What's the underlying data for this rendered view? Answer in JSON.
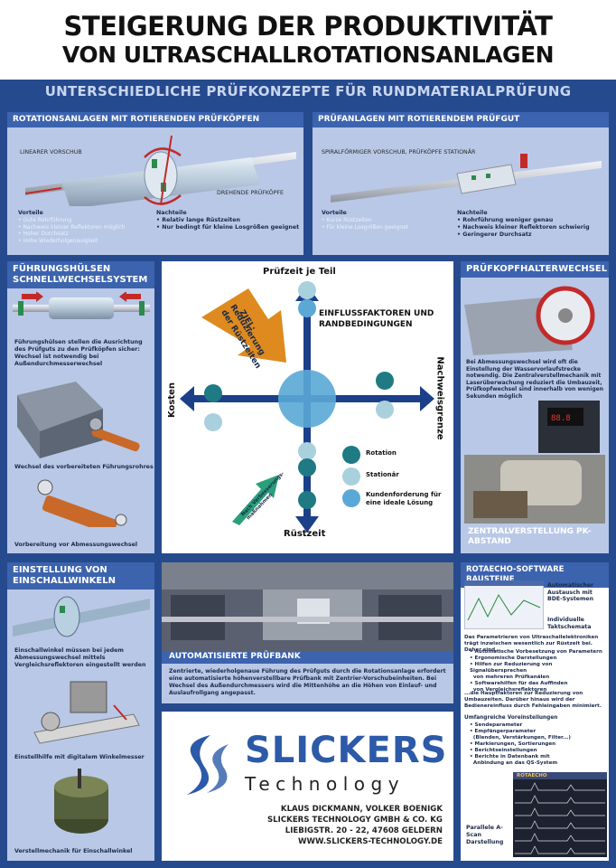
{
  "title": {
    "line1": "STEIGERUNG DER PRODUKTIVITÄT",
    "line2": "VON ULTRASCHALLROTATIONSANLAGEN"
  },
  "subtitle": "UNTERSCHIEDLICHE PRÜFKONZEPTE FÜR RUNDMATERIALPRÜFUNG",
  "panel_rotating_heads": {
    "header": "ROTATIONSANLAGEN MIT ROTIERENDEN PRÜFKÖPFEN",
    "label_feed": "LINEARER VORSCHUB",
    "label_heads": "DREHENDE PRÜFKÖPFE",
    "pros_title": "Vorteile",
    "pros": [
      "• Gute Rohrführung",
      "• Nachweis kleiner Reflektoren möglich",
      "• Hoher Durchsatz",
      "• Hohe Wiederholgenauigkeit"
    ],
    "cons_title": "Nachteile",
    "cons": [
      "• Relativ lange Rüstzeiten",
      "• Nur bedingt für kleine Losgrößen geeignet"
    ]
  },
  "panel_rotating_part": {
    "header": "PRÜFANLAGEN MIT ROTIERENDEM PRÜFGUT",
    "label_feed": "SPIRALFÖRMIGER VORSCHUB, PRÜFKÖPFE STATIONÄR",
    "pros_title": "Vorteile",
    "pros": [
      "• Kurze Rüstzeiten",
      "• Für kleine Losgrößen geeignet"
    ],
    "cons_title": "Nachteile",
    "cons": [
      "• Rohrführung weniger genau",
      "• Nachweis kleiner Reflektoren schwierig",
      "• Geringerer Durchsatz"
    ]
  },
  "panel_sleeves": {
    "header": "FÜHRUNGSHÜLSEN SCHNELLWECHSELSYSTEM",
    "text": "Führungshülsen stellen die Ausrichtung des Prüfguts zu den Prüfköpfen sicher: Wechsel ist notwendig bei Außendurchmesserwechsel",
    "caption1": "Wechsel des vorbereiteten Führungsrohres",
    "caption2": "Vorbereitung vor Abmessungswechsel"
  },
  "center": {
    "axis_top": "Prüfzeit je Teil",
    "axis_bottom": "Rüstzeit",
    "axis_left": "Kosten",
    "axis_right": "Nachweisgrenze",
    "factors": "EINFLUSSFAKTOREN UND RANDBEDINGUNGEN",
    "goal_arrow": "ZIEL: Reduzierung der Rüstzeiten",
    "small_arrow": "Nach Verbesserungs-maßnahmen",
    "legend": [
      "Rotation",
      "Stationär",
      "Kundenforderung für eine ideale Lösung"
    ],
    "colors": {
      "rotation": "#1f7a83",
      "stationary": "#a9d0dd",
      "customer": "#5aa8d6",
      "arrow": "#1c3f8a",
      "goal": "#de8a1e"
    }
  },
  "panel_holder": {
    "header": "PRÜFKOPFHALTERWECHSEL",
    "text": "Bei Abmessungswechsel wird oft die Einstellung der Wasservorlaufstrecke notwendig. Die Zentralverstellmechanik mit Laserüberwachung reduziert die Umbauzeit, Prüfkopfwechsel sind innerhalb von wenigen Sekunden möglich",
    "caption": "ZENTRALVERSTELLUNG PK-ABSTAND"
  },
  "panel_angles": {
    "header": "EINSTELLUNG VON EINSCHALLWINKELN",
    "text": "Einschallwinkel müssen bei jedem Abmessungswechsel mittels Vergleichsreflektoren eingestellt werden",
    "caption1": "Einstellhilfe mit digitalem Winkelmesser",
    "caption2": "Verstellmechanik für Einschallwinkel"
  },
  "panel_bank": {
    "header": "AUTOMATISIERTE PRÜFBANK",
    "text": "Zentrierte, wiederholgenaue Führung des Prüfguts durch die Rotationsanlage erfordert eine automatisierte höhenverstellbare Prüfbank mit Zentrier-Vorschubeinheiten. Bei Wechsel des Außendurchmessers wird die Mittenhöhe an die Höhen von Einlauf- und Auslaufrollgang angepasst."
  },
  "logo": {
    "name": "SLICKERS",
    "sub": "Technology",
    "authors": "KLAUS DICKMANN, VOLKER BOENIGK",
    "company": "SLICKERS TECHNOLOGY GMBH & CO. KG",
    "address": "LIEBIGSTR. 20 - 22, 47608 GELDERN",
    "web": "WWW.SLICKERS-TECHNOLOGY.DE"
  },
  "panel_software": {
    "header": "ROTAECHO-SOFTWARE BAUSTEINE",
    "note1": "Automatischer Austausch mit BDE-Systemen",
    "note2": "Individuelle Taktschemata",
    "intro": "Das Parametrieren von Ultraschallelektroniken trägt inzwischen wesentlich zur Rüstzeit bei. Daher sind...",
    "items1": [
      "• Automatische Vorbesetzung von Parametern",
      "• Ergonomische Darstellungen",
      "• Hilfen zur Reduzierung von Signalübersprechen",
      "  von mehreren Prüfkanälen",
      "• Softwarehilfen für das Auffinden",
      "  von Vergleichsreflektoren"
    ],
    "middle": "...die Hauptfaktoren zur Reduzierung von Umbauzeiten. Darüber hinaus wird der Bedienereinfluss durch Fehleingaben minimiert.",
    "settings_title": "Umfangreiche Voreinstellungen",
    "items2": [
      "• Sendeparameter",
      "• Empfängerparameter",
      "  (Blenden, Verstärkungen, Filter...)",
      "• Markierungen, Sortierungen",
      "• Berichtseinstellungen",
      "• Berichte in Datenbank mit",
      "  Anbindung an das QS-System"
    ],
    "note3": "Parallele A-Scan Darstellung",
    "screen_logo": "ROTAECHO"
  }
}
